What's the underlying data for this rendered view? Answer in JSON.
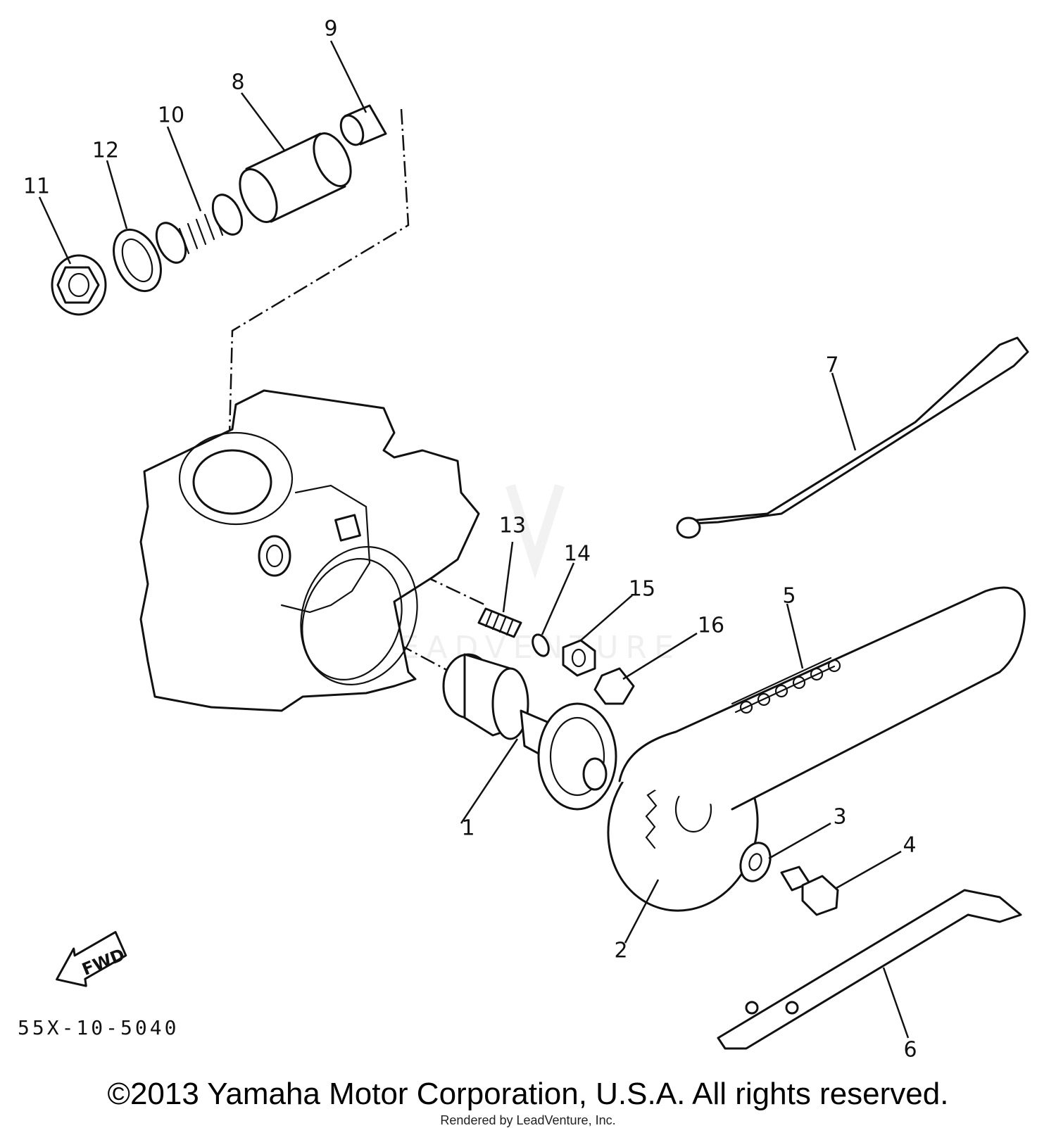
{
  "diagram": {
    "part_numbers": [
      "1",
      "2",
      "3",
      "4",
      "5",
      "6",
      "7",
      "8",
      "9",
      "10",
      "11",
      "12",
      "13",
      "14",
      "15",
      "16"
    ],
    "diagram_code": "55X-10-5040",
    "fwd_label": "FWD",
    "watermark": "LEADVENTURE"
  },
  "footer": {
    "copyright": "©2013 Yamaha Motor Corporation, U.S.A. All rights reserved.",
    "rendered_by": "Rendered by LeadVenture, Inc."
  }
}
